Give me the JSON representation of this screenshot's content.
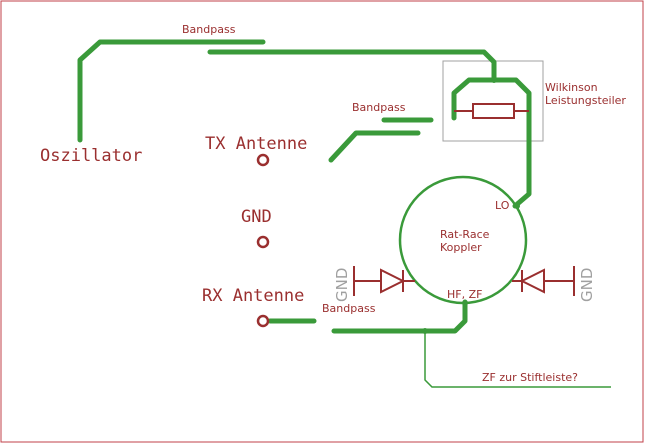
{
  "labels": {
    "bandpass_top": "Bandpass",
    "bandpass_tx": "Bandpass",
    "bandpass_rx": "Bandpass",
    "oscillator": "Oszillator",
    "tx_antenna": "TX Antenne",
    "gnd_pad": "GND",
    "rx_antenna": "RX Antenne",
    "wilkinson_line1": "Wilkinson",
    "wilkinson_line2": "Leistungsteiler",
    "lo": "LO",
    "ratrace_line1": "Rat-Race",
    "ratrace_line2": "Koppler",
    "hf_zf": "HF, ZF",
    "gnd_left": "GND",
    "gnd_right": "GND",
    "zf_output": "ZF zur Stiftleiste?"
  },
  "colors": {
    "trace": "#3a9a3a",
    "text": "#9a2f2f",
    "border": "#c0404a",
    "frame": "#a0a0a0"
  }
}
